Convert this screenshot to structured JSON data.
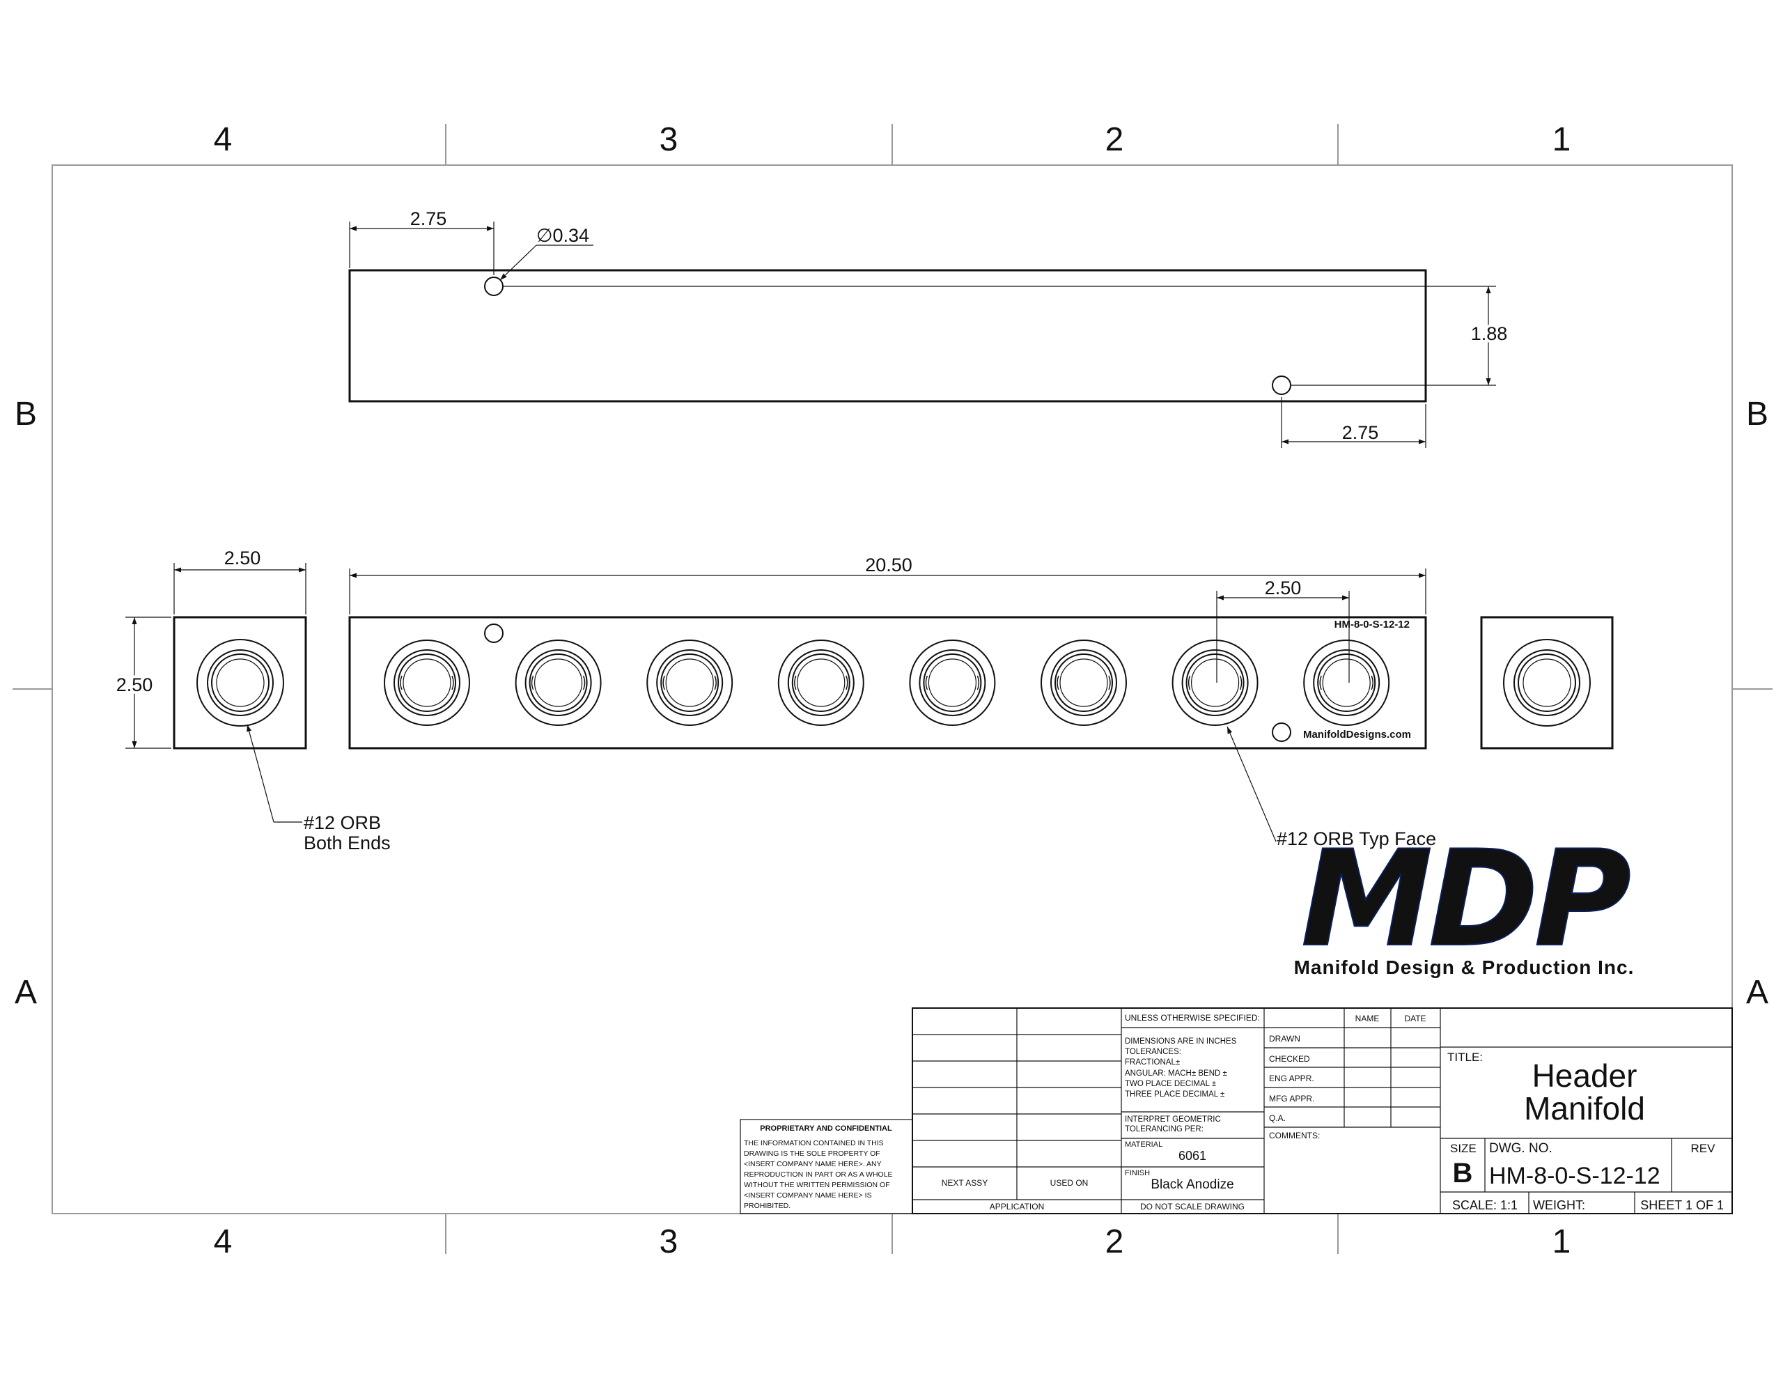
{
  "zone_labels": {
    "columns": [
      "4",
      "3",
      "2",
      "1"
    ],
    "rows": [
      "B",
      "A"
    ]
  },
  "top_view": {
    "dim_left_offset": "2.75",
    "hole_diameter": "∅0.34",
    "dim_hole_spacing": "1.88",
    "dim_right_offset": "2.75"
  },
  "front_view": {
    "dim_overall_length": "20.50",
    "dim_port_spacing": "2.50",
    "part_marking": "HM-8-0-S-12-12",
    "website_marking": "ManifoldDesigns.com",
    "port_callout": "#12 ORB Typ Face"
  },
  "end_view": {
    "dim_width": "2.50",
    "dim_height": "2.50",
    "port_callout_line1": "#12 ORB",
    "port_callout_line2": "Both Ends"
  },
  "logo": {
    "letters": "MDP",
    "company": "Manifold Design & Production Inc.",
    "colors": {
      "dark": "#0a1f5c",
      "mid": "#1d4fa8",
      "light": "#6f9be0"
    }
  },
  "title_block": {
    "proprietary_heading": "PROPRIETARY AND CONFIDENTIAL",
    "proprietary_lines": [
      "THE INFORMATION CONTAINED IN THIS",
      "DRAWING IS THE SOLE PROPERTY OF",
      "<INSERT COMPANY NAME HERE>.  ANY",
      "REPRODUCTION IN PART OR AS A WHOLE",
      "WITHOUT THE WRITTEN PERMISSION OF",
      "<INSERT COMPANY NAME HERE> IS",
      "PROHIBITED."
    ],
    "next_assy": "NEXT ASSY",
    "used_on": "USED ON",
    "application": "APPLICATION",
    "unless_specified": "UNLESS OTHERWISE SPECIFIED:",
    "tolerance_lines": [
      "DIMENSIONS ARE IN INCHES",
      "TOLERANCES:",
      "FRACTIONAL±",
      "ANGULAR: MACH±    BEND ±",
      "TWO PLACE DECIMAL    ±",
      "THREE PLACE DECIMAL  ±"
    ],
    "interpret_lines": [
      "INTERPRET GEOMETRIC",
      "TOLERANCING PER:"
    ],
    "material_label": "MATERIAL",
    "material_value": "6061",
    "finish_label": "FINISH",
    "finish_value": "Black Anodize",
    "do_not_scale": "DO NOT SCALE DRAWING",
    "name_header": "NAME",
    "date_header": "DATE",
    "sign_rows": [
      "DRAWN",
      "CHECKED",
      "ENG APPR.",
      "MFG APPR.",
      "Q.A."
    ],
    "comments": "COMMENTS:",
    "title_label": "TITLE:",
    "title_line1": "Header",
    "title_line2": "Manifold",
    "size_label": "SIZE",
    "size_value": "B",
    "dwg_no_label": "DWG.  NO.",
    "dwg_no_value": "HM-8-0-S-12-12",
    "rev_label": "REV",
    "scale": "SCALE: 1:1",
    "weight": "WEIGHT:",
    "sheet": "SHEET 1 OF 1"
  }
}
